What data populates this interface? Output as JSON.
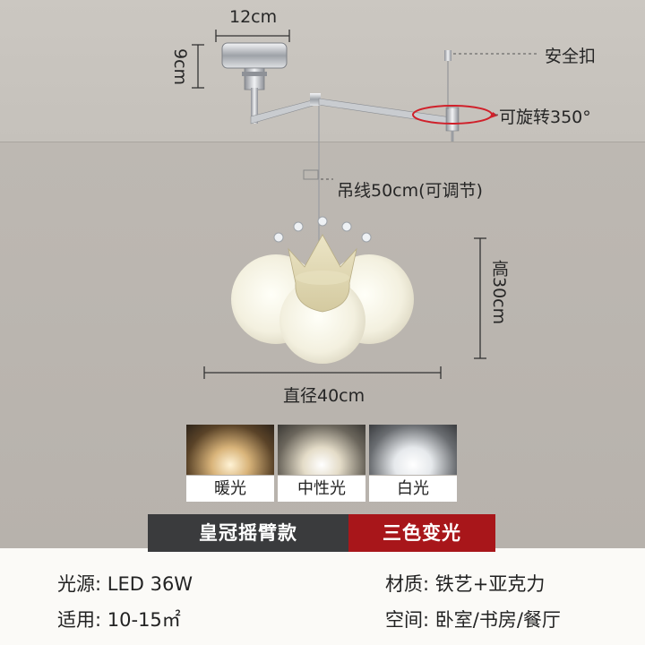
{
  "dimensions": {
    "width_label": "12cm",
    "base_height_label": "9cm",
    "safety_label": "安全扣",
    "rotate_label": "可旋转350°",
    "cable_label": "吊线50cm(可调节)",
    "height_label": "高30cm",
    "diameter_label": "直径40cm"
  },
  "light_modes": [
    {
      "label": "暖光",
      "color": "#f3d7a6"
    },
    {
      "label": "中性光",
      "color": "#f1ebdd"
    },
    {
      "label": "白光",
      "color": "#f4f6f8"
    }
  ],
  "banner": {
    "model_label": "皇冠摇臂款",
    "model_color": "#3a3b3d",
    "feature_label": "三色变光",
    "feature_color": "#a8161a"
  },
  "specs": {
    "source_label": "光源:",
    "source_value": "LED 36W",
    "area_label": "适用:",
    "area_value": "10-15㎡",
    "material_label": "材质:",
    "material_value": "铁艺+亚克力",
    "space_label": "空间:",
    "space_value": "卧室/书房/餐厅"
  },
  "colors": {
    "ring": "#d0202a",
    "chrome": "#b9bcc0"
  }
}
